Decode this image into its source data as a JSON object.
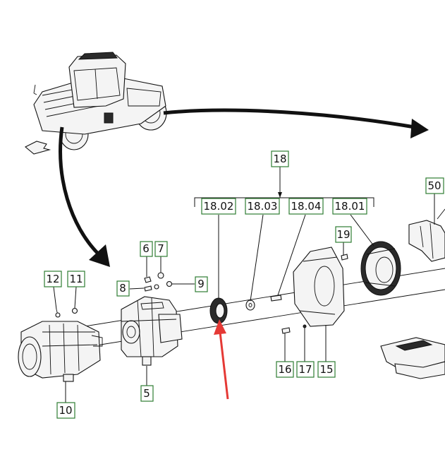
{
  "callouts": {
    "c18": "18",
    "c18_02": "18.02",
    "c18_03": "18.03",
    "c18_04": "18.04",
    "c18_01": "18.01",
    "c50": "50",
    "c19": "19",
    "c6": "6",
    "c7": "7",
    "c8": "8",
    "c9": "9",
    "c12": "12",
    "c11": "11",
    "c5": "5",
    "c10": "10",
    "c16": "16",
    "c17": "17",
    "c15": "15"
  },
  "colors": {
    "callout_border": "#2e7d32",
    "highlight_arrow": "#e53935",
    "line": "#111111"
  }
}
